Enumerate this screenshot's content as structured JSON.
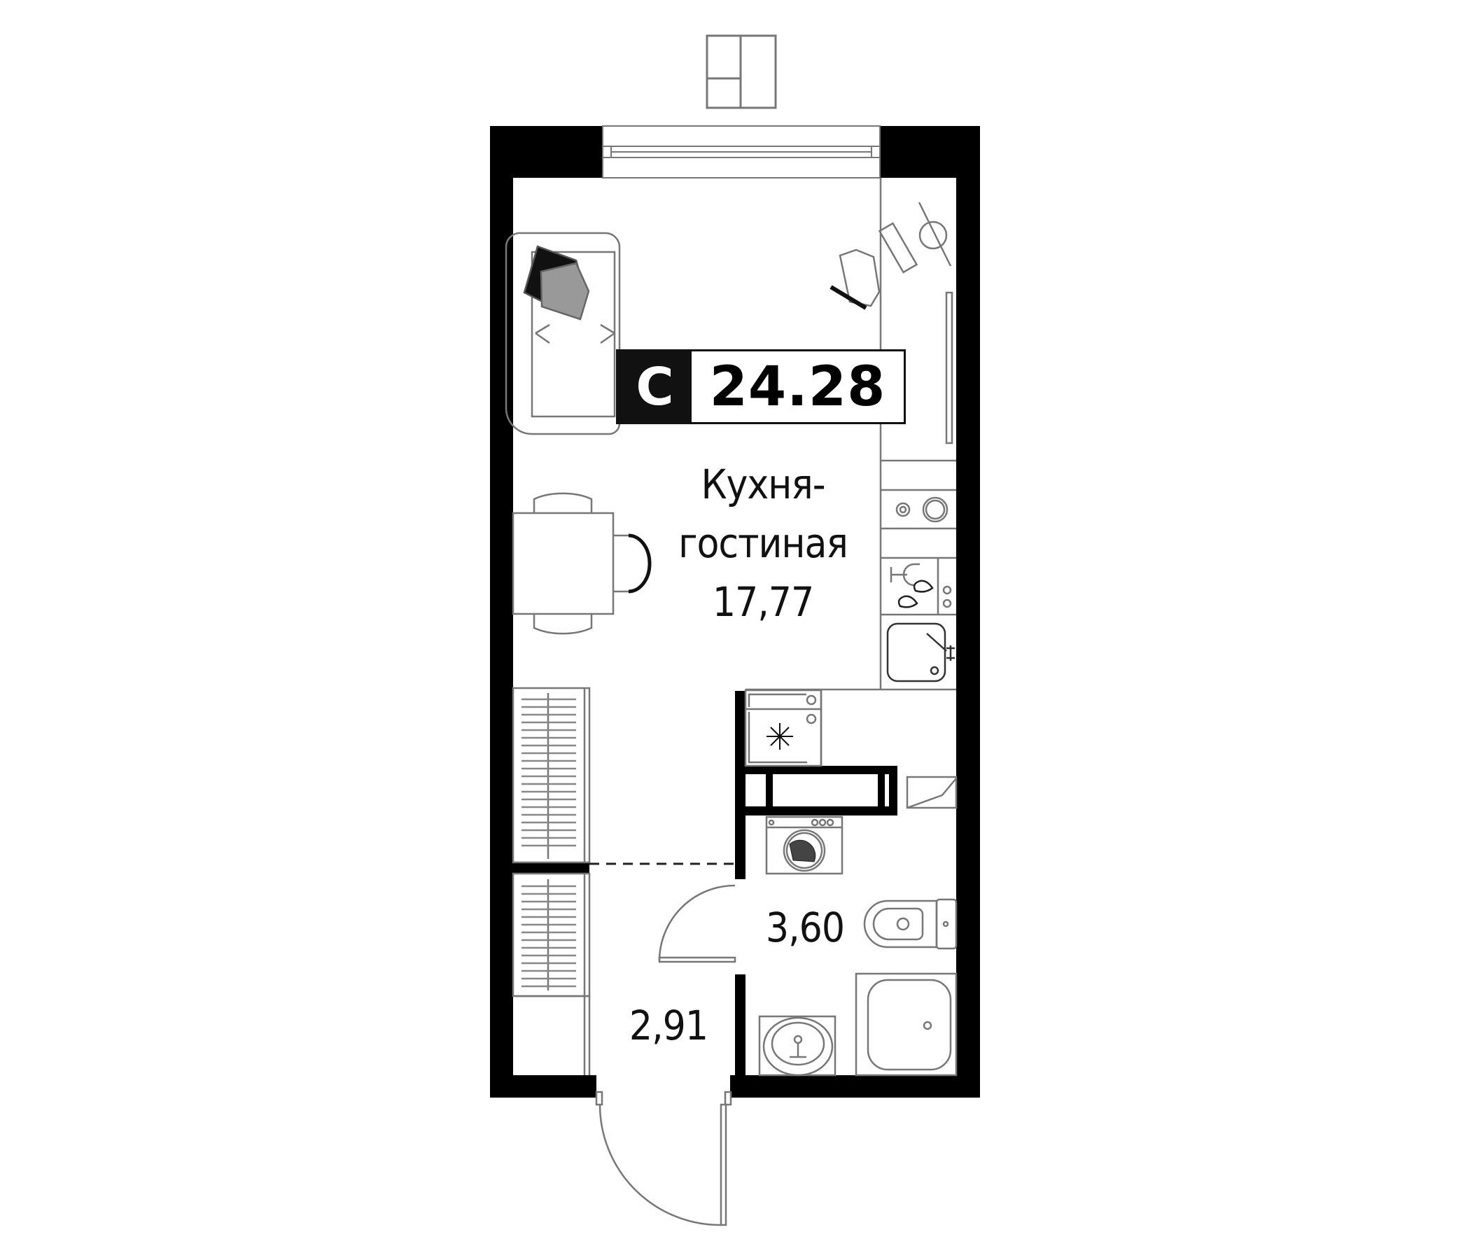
{
  "apartment": {
    "type_code": "С",
    "total_area": "24.28"
  },
  "rooms": [
    {
      "id": "kitchen-living",
      "name_line1": "Кухня-",
      "name_line2": "гостиная",
      "area": "17,77"
    },
    {
      "id": "bathroom",
      "area": "3,60"
    },
    {
      "id": "hallway",
      "area": "2,91"
    }
  ],
  "colors": {
    "wall": "#000000",
    "line": "#777777",
    "badge_dark": "#111111",
    "pillow_gray": "#999999"
  }
}
